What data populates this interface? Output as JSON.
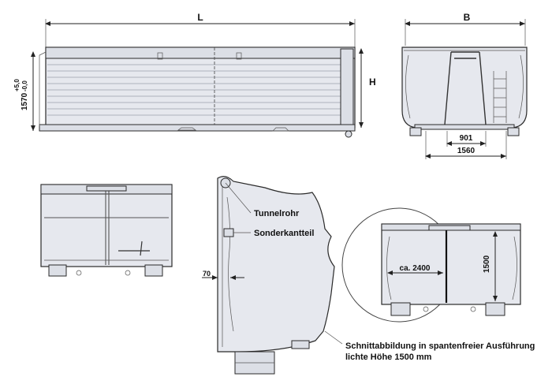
{
  "side_view": {
    "length_label": "L",
    "height_label": "H",
    "vertical_dim_label": "1570",
    "vertical_tol_plus": "+5,0",
    "vertical_tol_minus": "-0,0"
  },
  "end_view": {
    "width_label": "B",
    "inner_dim_label": "901",
    "outer_dim_label": "1560"
  },
  "section_view": {
    "label_tunnel": "Tunnelrohr",
    "label_profile": "Sonderkantteil",
    "label_offset": "70",
    "detail_width_label": "ca. 2400",
    "detail_height_label": "1500",
    "caption_line1": "Schnittabbildung in spantenfreier Ausführung",
    "caption_line2": "lichte Höhe 1500 mm"
  }
}
